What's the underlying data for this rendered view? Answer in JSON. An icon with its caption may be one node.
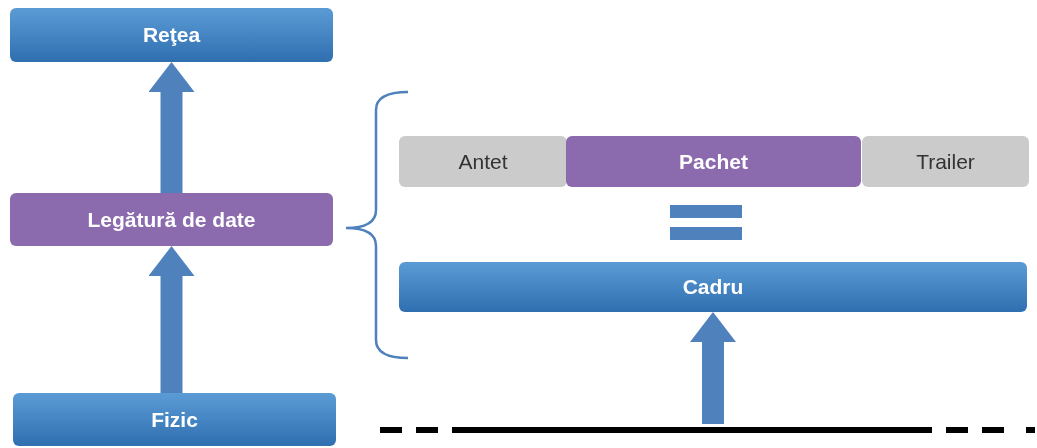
{
  "diagram": {
    "nodes": [
      {
        "text": [
          "Reţea"
        ]
      },
      {
        "text": [
          "Legătură de date"
        ]
      },
      {
        "text": [
          "Fizic"
        ]
      },
      {
        "text": [
          "Antet"
        ]
      },
      {
        "text": [
          "Pachet"
        ]
      },
      {
        "text": [
          "Trailer"
        ]
      },
      {
        "text": [
          "Cadru"
        ]
      },
      {
        "text": [],
        "shape": "line"
      }
    ],
    "edges": [
      {
        "from": 2,
        "to": 1,
        "arrow": "to"
      },
      {
        "from": 1,
        "to": 0,
        "arrow": "to"
      },
      {
        "from": 7,
        "to": 6,
        "arrow": "to"
      }
    ]
  }
}
